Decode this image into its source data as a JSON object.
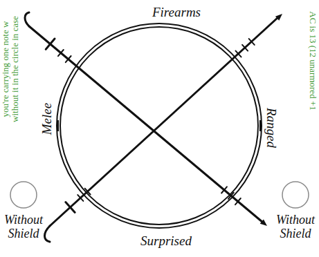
{
  "diagram": {
    "nodes": [
      {
        "text": [
          "Without Shield"
        ]
      },
      {
        "text": [
          "Without Shield"
        ]
      }
    ],
    "labels": [
      "you're carrying one note w",
      "without it in the circle in case",
      "Firearms",
      "AC is 13 (12 unarmored +1",
      "Melee",
      "Ranged",
      "Surprised"
    ]
  }
}
